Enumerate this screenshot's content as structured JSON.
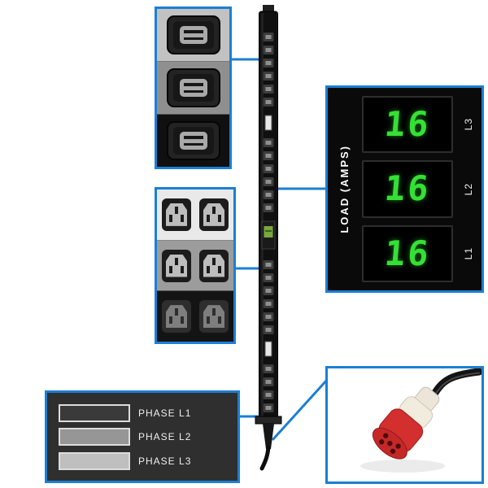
{
  "meter_panel": {
    "title": "LOAD (AMPS)",
    "meters": [
      {
        "label": "L3",
        "value": "16"
      },
      {
        "label": "L2",
        "value": "16"
      },
      {
        "label": "L1",
        "value": "16"
      }
    ]
  },
  "phase_legend": {
    "rows": [
      {
        "label": "PHASE L1"
      },
      {
        "label": "PHASE L2"
      },
      {
        "label": "PHASE L3"
      }
    ]
  },
  "colors": {
    "callout_border_blue": "#1b7fd4",
    "meter_digit_green": "#35e035",
    "plug_red": "#d32f2f",
    "background": "#ffffff",
    "pdu_body_black": "#101010"
  }
}
